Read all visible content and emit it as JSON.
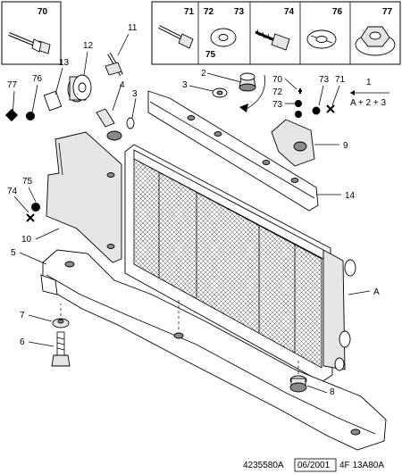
{
  "header_parts": [
    {
      "ref": "70"
    },
    {
      "ref": "71"
    },
    {
      "ref": "72"
    },
    {
      "ref": "73"
    },
    {
      "ref": "75"
    },
    {
      "ref": "74"
    },
    {
      "ref": "76"
    },
    {
      "ref": "77"
    }
  ],
  "callouts": {
    "c1": "1",
    "c2": "2",
    "c3a": "3",
    "c3b": "3",
    "c4": "4",
    "c5": "5",
    "c6": "6",
    "c7": "7",
    "c8": "8",
    "c9": "9",
    "c10": "10",
    "c11": "11",
    "c12": "12",
    "c13": "13",
    "c14": "14",
    "cA": "A",
    "l77": "77",
    "l76": "76",
    "l75": "75",
    "l74": "74",
    "r70": "70",
    "r72": "72",
    "r73a": "73",
    "r73b": "73",
    "r71": "71"
  },
  "legend": {
    "number": "1",
    "formula": "A + 2 + 3"
  },
  "footer": {
    "ref": "4235580A",
    "date": "06/2001",
    "code": "4F 13A80A"
  }
}
